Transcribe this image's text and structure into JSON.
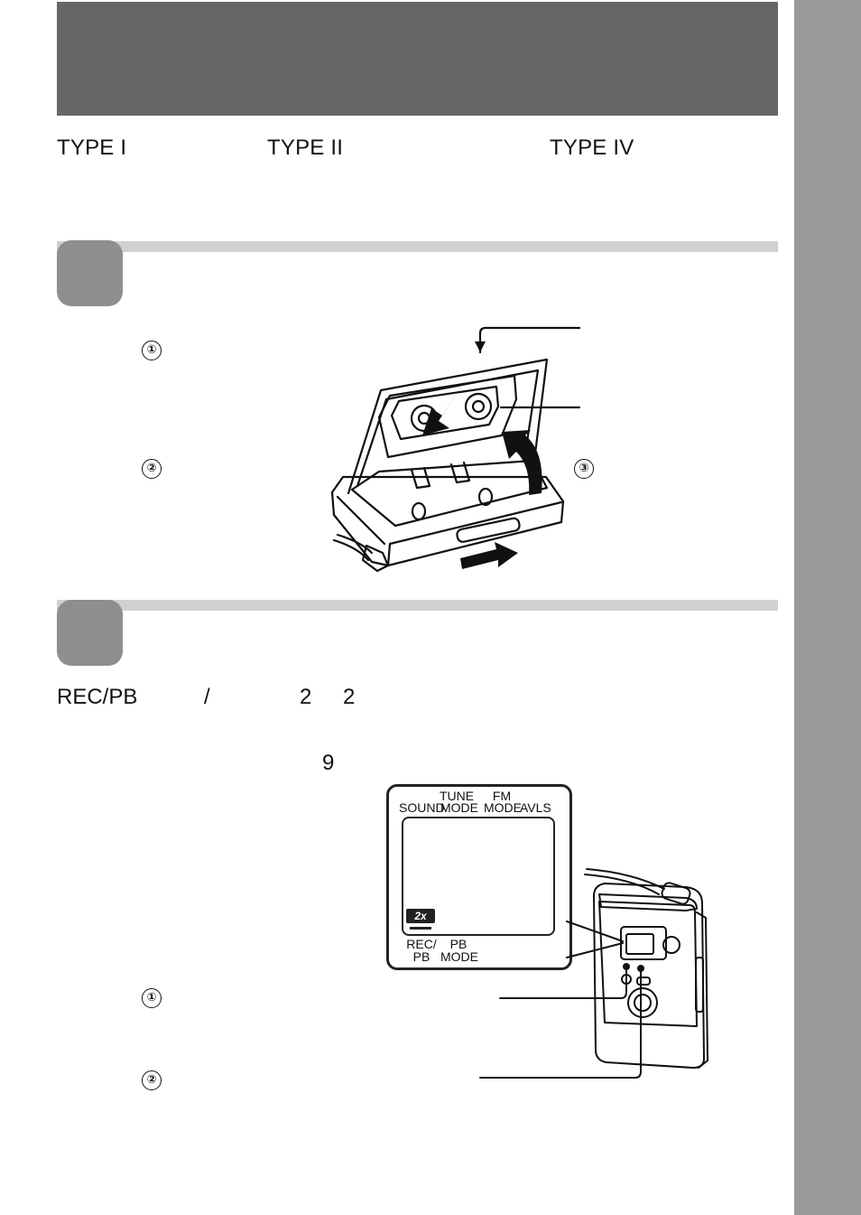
{
  "tape_types": [
    "TYPE I",
    "TYPE II",
    "TYPE IV"
  ],
  "step1": {
    "markers": [
      "①",
      "②"
    ],
    "figure_markers": [
      "③"
    ]
  },
  "step2": {
    "text_parts": [
      "REC/PB",
      "/",
      "2",
      "2"
    ],
    "page_ref": "9",
    "markers": [
      "①",
      "②"
    ],
    "lcd": {
      "top_labels_line1": [
        "TUNE",
        "FM"
      ],
      "top_labels_line2": [
        "SOUND",
        "MODE",
        "MODE",
        "AVLS"
      ],
      "badge": "2x",
      "bottom_labels_line1": [
        "REC/",
        "PB"
      ],
      "bottom_labels_line2": [
        "PB",
        "MODE"
      ]
    }
  },
  "colors": {
    "header_bar": "#666666",
    "side_tab": "#9a9a9a",
    "section_rule": "#d0d0d0",
    "step_badge": "#8e8e8e"
  }
}
